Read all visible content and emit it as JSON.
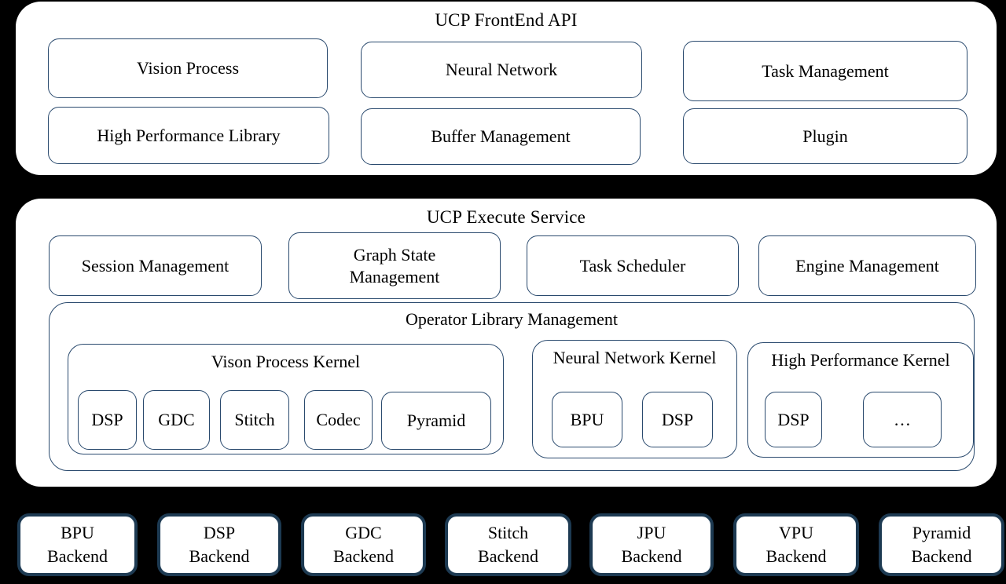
{
  "colors": {
    "background": "#000000",
    "card_fill": "#ffffff",
    "thin_border": "#2a4a6e",
    "backend_border": "#1d3a52",
    "text": "#000000"
  },
  "frontend": {
    "title": "UCP FrontEnd API",
    "boxes": [
      "Vision Process",
      "Neural Network",
      "Task Management",
      "High Performance Library",
      "Buffer Management",
      "Plugin"
    ]
  },
  "execute": {
    "title": "UCP Execute Service",
    "boxes": [
      "Session Management",
      "Graph State\nManagement",
      "Task Scheduler",
      "Engine Management"
    ],
    "operator_library": {
      "title": "Operator Library Management",
      "groups": [
        {
          "title": "Vison Process Kernel",
          "items": [
            "DSP",
            "GDC",
            "Stitch",
            "Codec",
            "Pyramid"
          ]
        },
        {
          "title": "Neural Network Kernel",
          "items": [
            "BPU",
            "DSP"
          ]
        },
        {
          "title": "High Performance Kernel",
          "items": [
            "DSP",
            "…"
          ]
        }
      ]
    }
  },
  "backends": {
    "items": [
      {
        "line1": "BPU",
        "line2": "Backend"
      },
      {
        "line1": "DSP",
        "line2": "Backend"
      },
      {
        "line1": "GDC",
        "line2": "Backend"
      },
      {
        "line1": "Stitch",
        "line2": "Backend"
      },
      {
        "line1": "JPU",
        "line2": "Backend"
      },
      {
        "line1": "VPU",
        "line2": "Backend"
      },
      {
        "line1": "Pyramid",
        "line2": "Backend"
      }
    ]
  }
}
